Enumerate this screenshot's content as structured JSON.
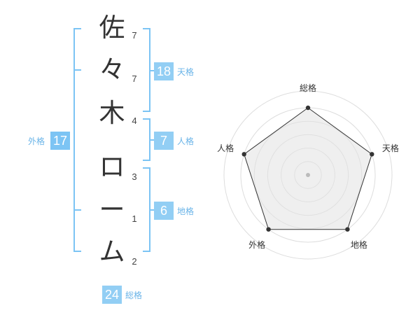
{
  "colors": {
    "accent": "#7cc4f4",
    "accent_light": "#92cef4",
    "label_blue": "#6ab4e8",
    "text": "#333333"
  },
  "name": {
    "characters": [
      {
        "char": "佐",
        "strokes": "7"
      },
      {
        "char": "々",
        "strokes": "7"
      },
      {
        "char": "木",
        "strokes": "4"
      },
      {
        "char": "ロ",
        "strokes": "3"
      },
      {
        "char": "ー",
        "strokes": "1"
      },
      {
        "char": "ム",
        "strokes": "2"
      }
    ]
  },
  "kaku": {
    "tenkaku": {
      "value": "18",
      "label": "天格"
    },
    "jinkaku": {
      "value": "7",
      "label": "人格"
    },
    "chikaku": {
      "value": "6",
      "label": "地格"
    },
    "gaikaku": {
      "value": "17",
      "label": "外格"
    },
    "soukaku": {
      "value": "24",
      "label": "総格"
    }
  },
  "radar": {
    "axes": [
      "総格",
      "天格",
      "地格",
      "外格",
      "人格"
    ],
    "values": [
      0.8,
      0.8,
      0.8,
      0.8,
      0.8
    ]
  }
}
